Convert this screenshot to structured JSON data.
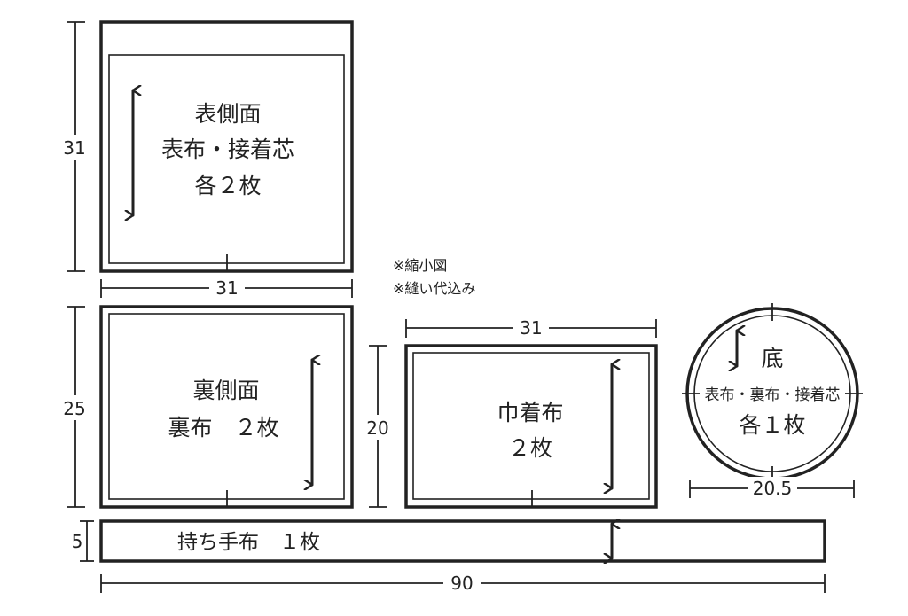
{
  "notes": [
    "※縮小図",
    "※縫い代込み"
  ],
  "pieces": {
    "front_side": {
      "lines": [
        "表側面",
        "表布・接着芯",
        "各２枚"
      ],
      "width": "31",
      "height": "31"
    },
    "back_side": {
      "lines": [
        "裏側面",
        "裏布　２枚"
      ],
      "height": "25"
    },
    "drawstring": {
      "lines": [
        "巾着布",
        "２枚"
      ],
      "width": "31",
      "height": "20"
    },
    "bottom": {
      "lines": [
        "底",
        "表布・裏布・接着芯",
        "各１枚"
      ],
      "diameter": "20.5"
    },
    "handle": {
      "lines": [
        "持ち手布　１枚"
      ],
      "width": "90",
      "height": "5"
    }
  }
}
